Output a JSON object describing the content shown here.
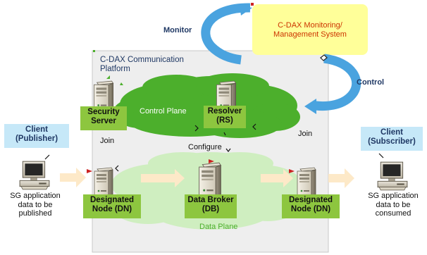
{
  "colors": {
    "platform_bg": "#eeeeee",
    "control_cloud": "#4caf2c",
    "data_cloud": "#cfeec0",
    "label_green": "#8dc63f",
    "client_label_bg": "#c6e8f8",
    "monitoring_box_bg": "#ffff99",
    "monitoring_text": "#cc3300",
    "curve_arrow": "#4aa3df",
    "flow_arrow": "#fde9c8",
    "title_blue": "#1f3864"
  },
  "platform": {
    "title_line1": "C-DAX Communication",
    "title_line2": "Platform"
  },
  "monitoring": {
    "line1": "C-DAX Monitoring/",
    "line2": "Management System"
  },
  "monitor_label": "Monitor",
  "control_label": "Control",
  "control_plane_label": "Control Plane",
  "data_plane_label": "Data Plane",
  "join_left": "Join",
  "join_right": "Join",
  "configure_label": "Configure",
  "security_server": {
    "line1": "Security",
    "line2": "Server"
  },
  "resolver": {
    "line1": "Resolver",
    "line2": "(RS)"
  },
  "data_broker": {
    "line1": "Data Broker",
    "line2": "(DB)"
  },
  "dn_left": {
    "line1": "Designated",
    "line2": "Node (DN)"
  },
  "dn_right": {
    "line1": "Designated",
    "line2": "Node (DN)"
  },
  "publisher": {
    "label_line1": "Client",
    "label_line2": "(Publisher)",
    "desc_line1": "SG application",
    "desc_line2": "data to be",
    "desc_line3": "published"
  },
  "subscriber": {
    "label_line1": "Client",
    "label_line2": "(Subscriber)",
    "desc_line1": "SG application",
    "desc_line2": "data to be",
    "desc_line3": "consumed"
  },
  "icons": [
    "server-icon",
    "computer-icon",
    "cloud-icon",
    "arrow-icon"
  ]
}
